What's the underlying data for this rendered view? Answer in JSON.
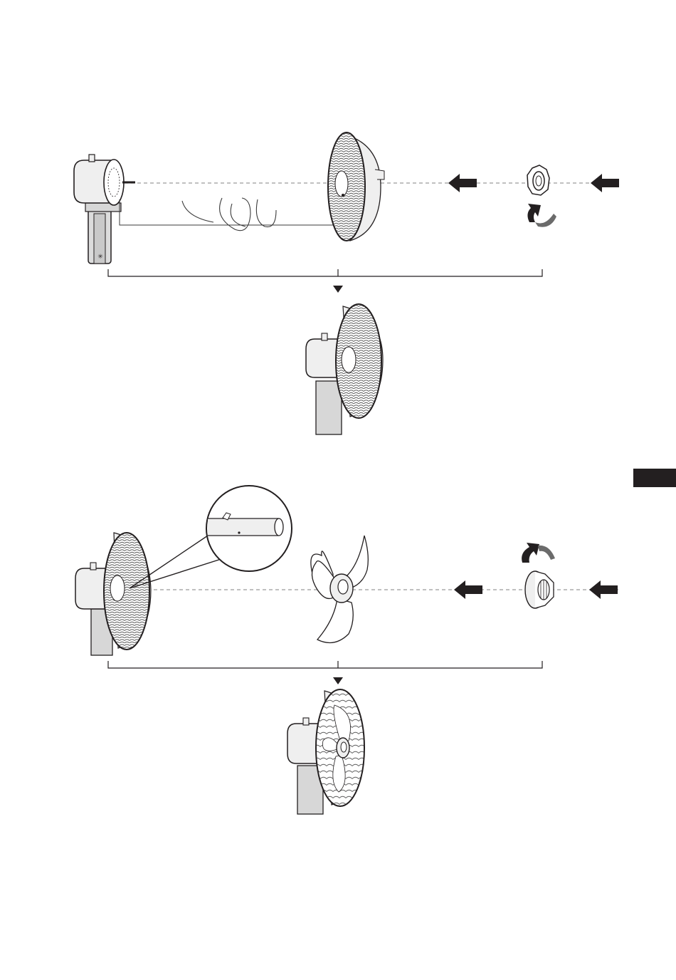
{
  "colors": {
    "ink": "#231f20",
    "line": "#3a3a3a",
    "dash": "#9a9a9a",
    "body": "#efefef",
    "body_shade": "#d7d7d7",
    "guard": "#5a5a5a",
    "blade": "#ffffff",
    "tab": "#231f20"
  },
  "steps": [
    {
      "id": 1,
      "parts": [
        "motor-unit",
        "rear-guard",
        "guard-nut"
      ],
      "motion": "tighten"
    },
    {
      "id": 2,
      "parts": [
        "motor-unit",
        "fan-blade",
        "spinner-cap"
      ],
      "motion": "tighten"
    }
  ],
  "icons": [
    "push-arrow-icon",
    "rotate-arrow-icon",
    "down-triangle-icon",
    "magnifier-callout-icon"
  ]
}
